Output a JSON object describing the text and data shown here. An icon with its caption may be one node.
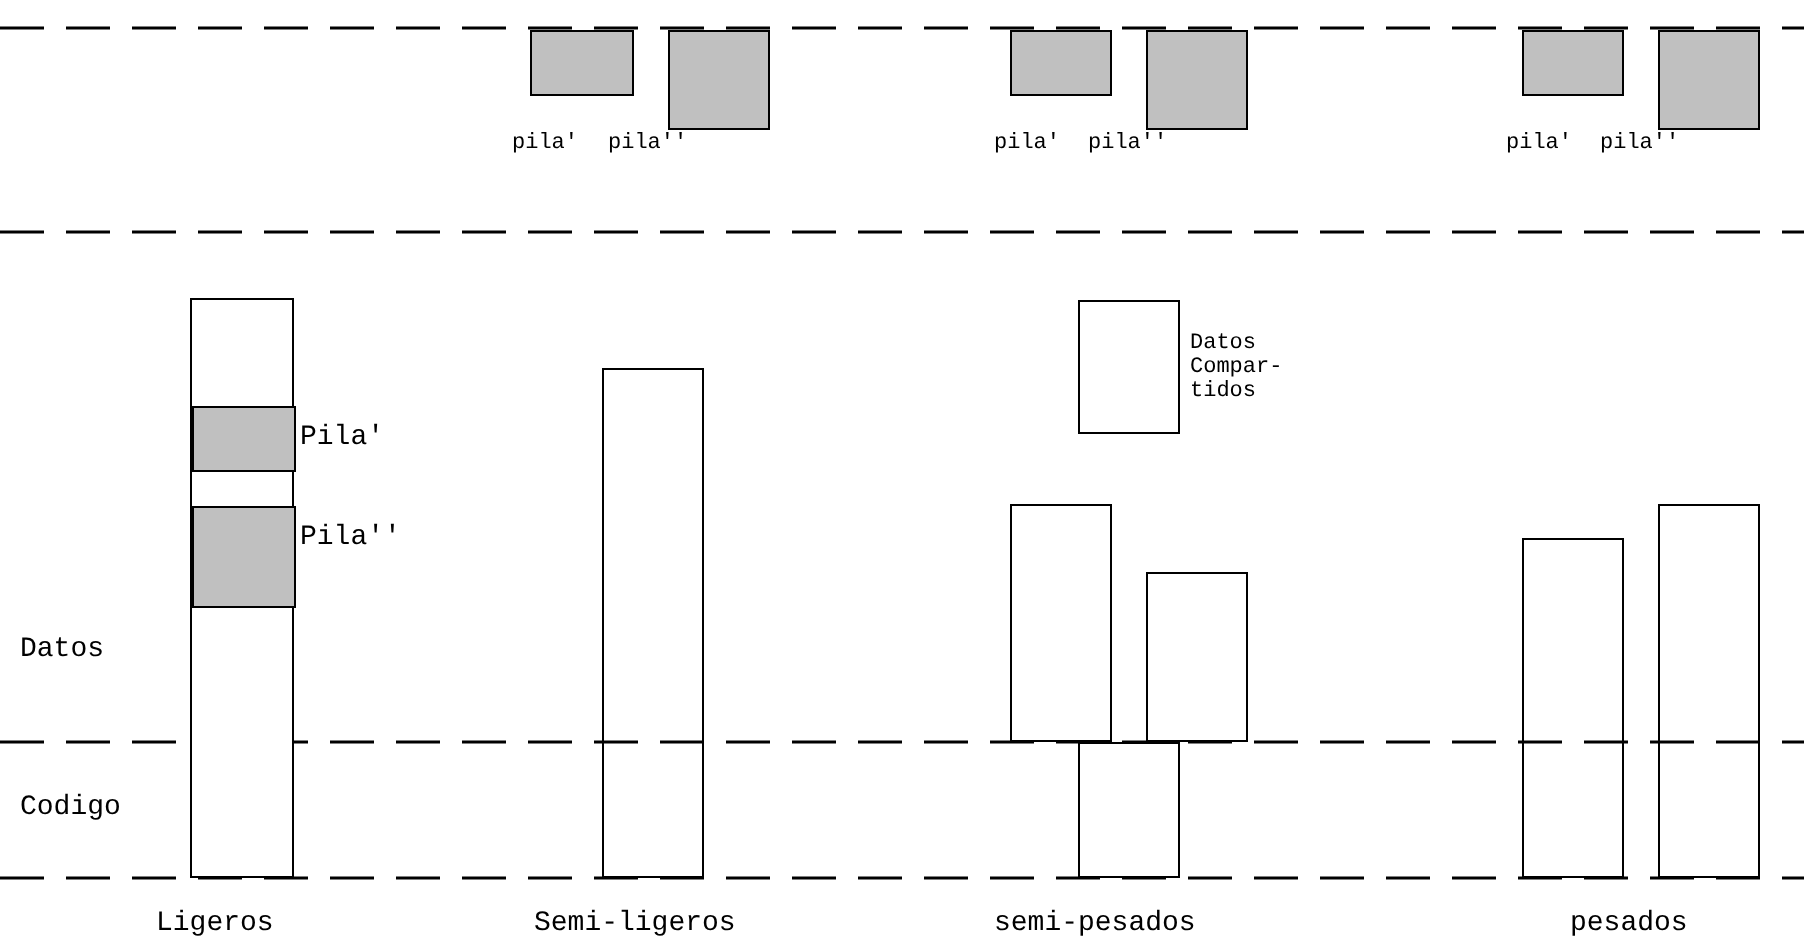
{
  "diagram": {
    "nodes": [
      {
        "text": [],
        "shape": "box",
        "beside": [
          "pila'"
        ]
      },
      {
        "text": [],
        "shape": "box",
        "beside": [
          "pila''"
        ]
      },
      {
        "text": [],
        "shape": "box",
        "beside": [
          "pila'"
        ]
      },
      {
        "text": [],
        "shape": "box",
        "beside": [
          "pila''"
        ]
      },
      {
        "text": [],
        "shape": "box",
        "beside": [
          "pila'"
        ]
      },
      {
        "text": [],
        "shape": "box",
        "beside": [
          "pila''"
        ]
      },
      {
        "text": [],
        "shape": "box"
      },
      {
        "text": [],
        "shape": "box",
        "in": 6,
        "beside": [
          "Pila'"
        ]
      },
      {
        "text": [],
        "shape": "box",
        "in": 6,
        "beside": [
          "Pila''"
        ]
      },
      {
        "text": [],
        "shape": "box"
      },
      {
        "text": [],
        "shape": "box",
        "beside": [
          "Datos Compar- tidos"
        ]
      },
      {
        "text": [],
        "shape": "box"
      },
      {
        "text": [],
        "shape": "box"
      },
      {
        "text": [],
        "shape": "box"
      },
      {
        "text": [],
        "shape": "box"
      },
      {
        "text": [],
        "shape": "box"
      }
    ],
    "labels": [
      "Datos",
      "Codigo",
      "Ligeros",
      "Semi-ligeros",
      "semi-pesados",
      "pesados"
    ]
  }
}
